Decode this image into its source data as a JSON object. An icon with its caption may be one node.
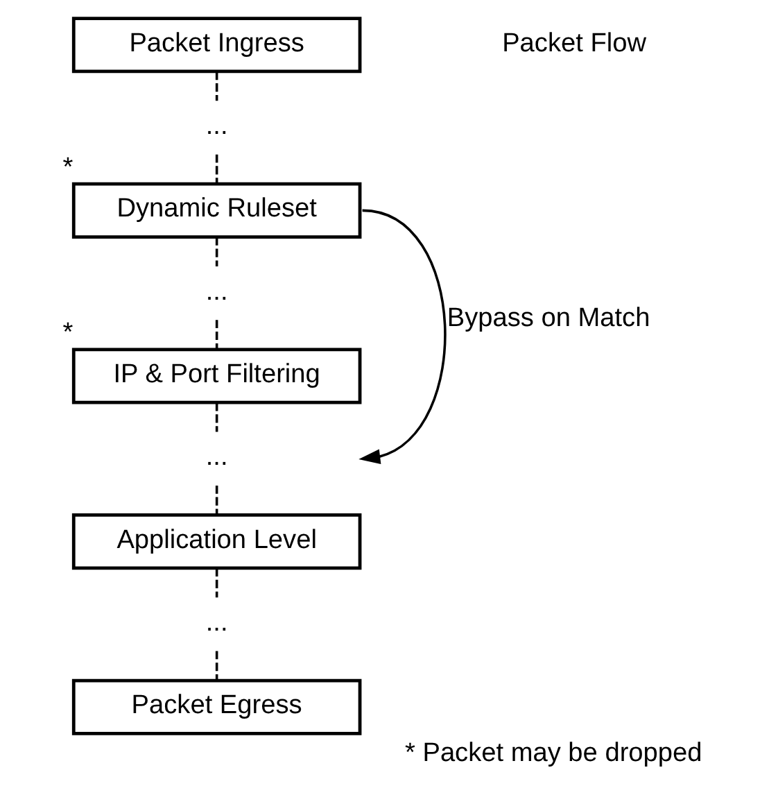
{
  "diagram": {
    "caption": "* Packet may be dropped",
    "nodes": [
      {
        "text": [
          "Packet Ingress"
        ]
      },
      {
        "text": [
          "..."
        ]
      },
      {
        "text": [
          "Dynamic Ruleset"
        ],
        "beside": [
          "*"
        ]
      },
      {
        "text": [
          "..."
        ]
      },
      {
        "text": [
          "IP & Port Filtering"
        ],
        "beside": [
          "*"
        ]
      },
      {
        "text": [
          "..."
        ]
      },
      {
        "text": [
          "Application Level"
        ]
      },
      {
        "text": [
          "..."
        ]
      },
      {
        "text": [
          "Packet Egress"
        ]
      }
    ],
    "edges": [
      {
        "from": 0,
        "to": 1,
        "arrow": "none",
        "style": "dashed"
      },
      {
        "from": 1,
        "to": 2,
        "arrow": "none",
        "style": "dashed"
      },
      {
        "from": 2,
        "to": 3,
        "arrow": "none",
        "style": "dashed"
      },
      {
        "from": 3,
        "to": 4,
        "arrow": "none",
        "style": "dashed"
      },
      {
        "from": 4,
        "to": 5,
        "arrow": "none",
        "style": "dashed"
      },
      {
        "from": 5,
        "to": 6,
        "arrow": "none",
        "style": "dashed"
      },
      {
        "from": 6,
        "to": 7,
        "arrow": "none",
        "style": "dashed"
      },
      {
        "from": 7,
        "to": 8,
        "arrow": "none",
        "style": "dashed"
      },
      {
        "from": 2,
        "to": 5,
        "arrow": "to",
        "label": "Bypass on Match"
      }
    ],
    "labels": [
      "Packet Flow"
    ]
  }
}
